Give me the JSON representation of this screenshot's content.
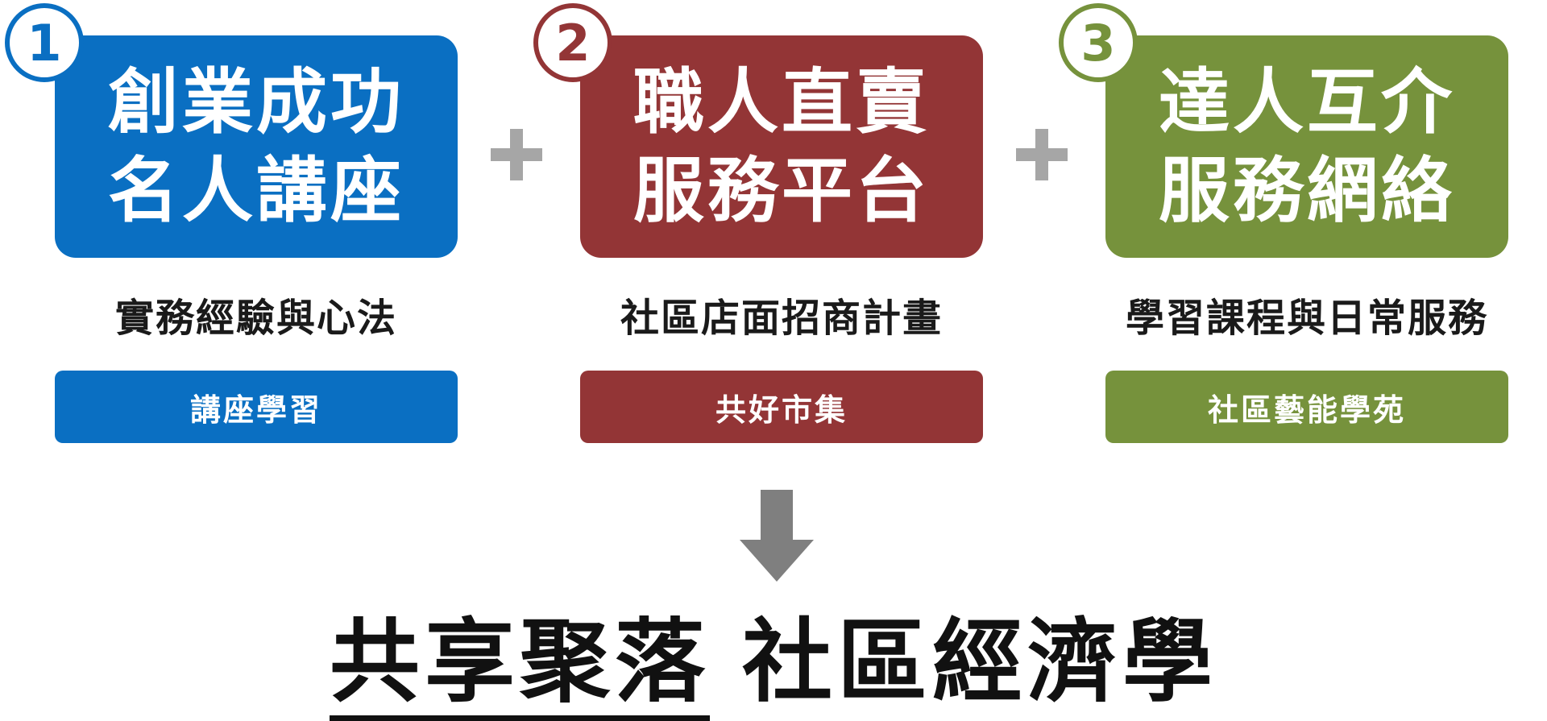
{
  "colors": {
    "blue": "#0a6fc2",
    "red": "#933536",
    "green": "#76923c",
    "plus": "#a6a6a6",
    "arrow": "#7f7f7f",
    "text": "#1a1a1a"
  },
  "columns": [
    {
      "number": "1",
      "title_line1": "創業成功",
      "title_line2": "名人講座",
      "subtitle": "實務經驗與心法",
      "tag": "講座學習"
    },
    {
      "number": "2",
      "title_line1": "職人直賣",
      "title_line2": "服務平台",
      "subtitle": "社區店面招商計畫",
      "tag": "共好市集"
    },
    {
      "number": "3",
      "title_line1": "達人互介",
      "title_line2": "服務網絡",
      "subtitle": "學習課程與日常服務",
      "tag": "社區藝能學苑"
    }
  ],
  "connectors": [
    "plus-icon",
    "plus-icon",
    "down-arrow-icon"
  ],
  "conclusion": {
    "part1": "共享聚落",
    "part2": "社區經濟學"
  }
}
